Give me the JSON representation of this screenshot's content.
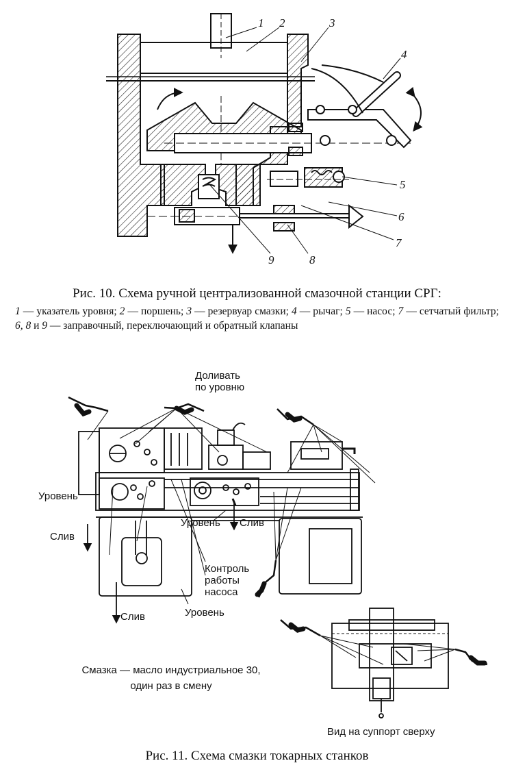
{
  "figure10": {
    "callouts": [
      "1",
      "2",
      "3",
      "4",
      "5",
      "6",
      "7",
      "8",
      "9"
    ],
    "caption": "Рис. 10. Схема ручной централизованной смазочной станции СРГ:",
    "legend": {
      "n1": "1",
      "t1": " — указатель уровня; ",
      "n2": "2",
      "t2": " — поршень; ",
      "n3": "3",
      "t3": " — резервуар смазки; ",
      "n4": "4",
      "t4": " — рычаг; ",
      "n5": "5",
      "t5": " — насос; ",
      "n7": "7",
      "t7": " — сетчатый фильтр; ",
      "n689": "6, 8",
      "t_and": " и ",
      "n9": "9",
      "t689": " — заправочный, переключающий и обратный клапаны"
    }
  },
  "figure11": {
    "labels": {
      "top_fill_line1": "Доливать",
      "top_fill_line2": "по уровню",
      "level_left": "Уровень",
      "level_center": "Уровень",
      "drain_center": "Слив",
      "drain_left": "Слив",
      "pump_control_line1": "Контроль",
      "pump_control_line2": "работы",
      "pump_control_line3": "насоса",
      "drain_bottom": "Слив",
      "level_bottom": "Уровень",
      "lube_note_line1": "Смазка — масло индустриальное 30,",
      "lube_note_line2": "один раз в смену",
      "saddle_view": "Вид на суппорт сверху"
    },
    "caption": "Рис. 11. Схема смазки токарных станков"
  }
}
